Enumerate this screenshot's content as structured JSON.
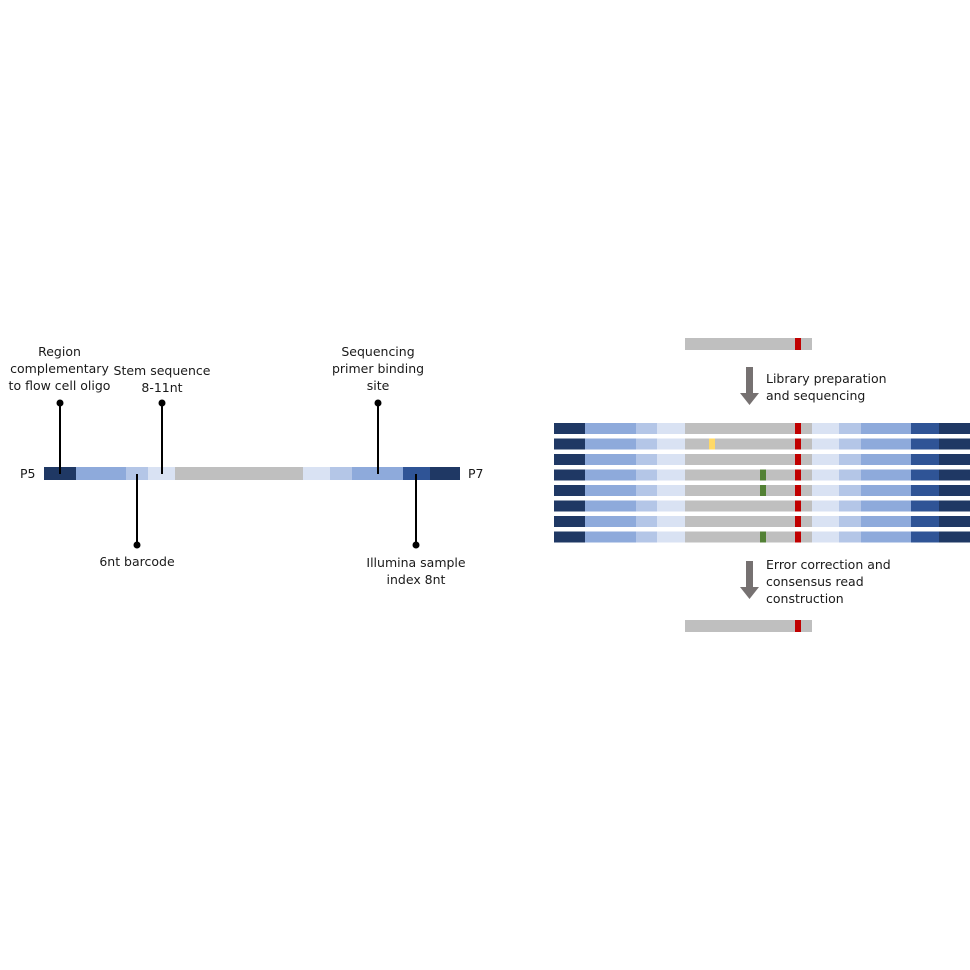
{
  "labels": {
    "p5": "P5",
    "p7": "P7",
    "region_flowcell": "Region\ncomplementary\nto flow cell oligo",
    "stem_sequence": "Stem sequence\n8-11nt",
    "sequencing_primer": "Sequencing\nprimer binding\nsite",
    "barcode": "6nt barcode",
    "illumina_index": "Illumina sample\nindex 8nt",
    "library_prep": "Library preparation\nand sequencing",
    "error_correction": "Error correction and\nconsensus read\nconstruction"
  },
  "colors": {
    "navy": "#1f3864",
    "mid_blue": "#2f5496",
    "blue": "#8eaadb",
    "light_blue": "#b4c6e7",
    "pale_blue": "#d9e2f3",
    "gray": "#bfbfbf",
    "red": "#c00000",
    "yellow": "#ffd966",
    "green": "#538135",
    "arrow": "#767171",
    "line": "#000000"
  },
  "reads": {
    "count": 8,
    "mutations": [
      {
        "read": 2,
        "color": "yellow"
      },
      {
        "read": 4,
        "color": "green"
      },
      {
        "read": 5,
        "color": "green"
      },
      {
        "read": 8,
        "color": "green"
      }
    ]
  }
}
